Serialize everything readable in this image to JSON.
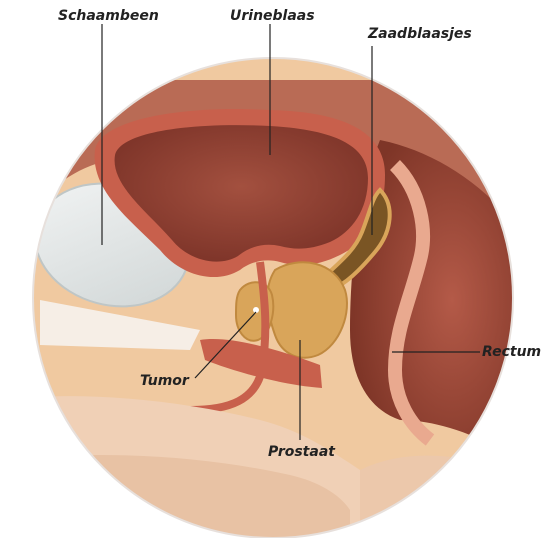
{
  "labels": {
    "schaambeen": "Schaambeen",
    "urineblaas": "Urineblaas",
    "zaadblaasjes": "Zaadblaasjes",
    "tumor": "Tumor",
    "rectum": "Rectum",
    "prostaat": "Prostaat"
  },
  "colors": {
    "background_tissue": "#eec49a",
    "bladder_wall": "#c65a48",
    "bladder_lumen": "#8e3f33",
    "bone": "#dfe3e3",
    "prostate": "#d9a55a",
    "seminal_vesicles": "#6b4a1e",
    "rectum": "#a04a3c",
    "skin": "#f1d2b8"
  }
}
